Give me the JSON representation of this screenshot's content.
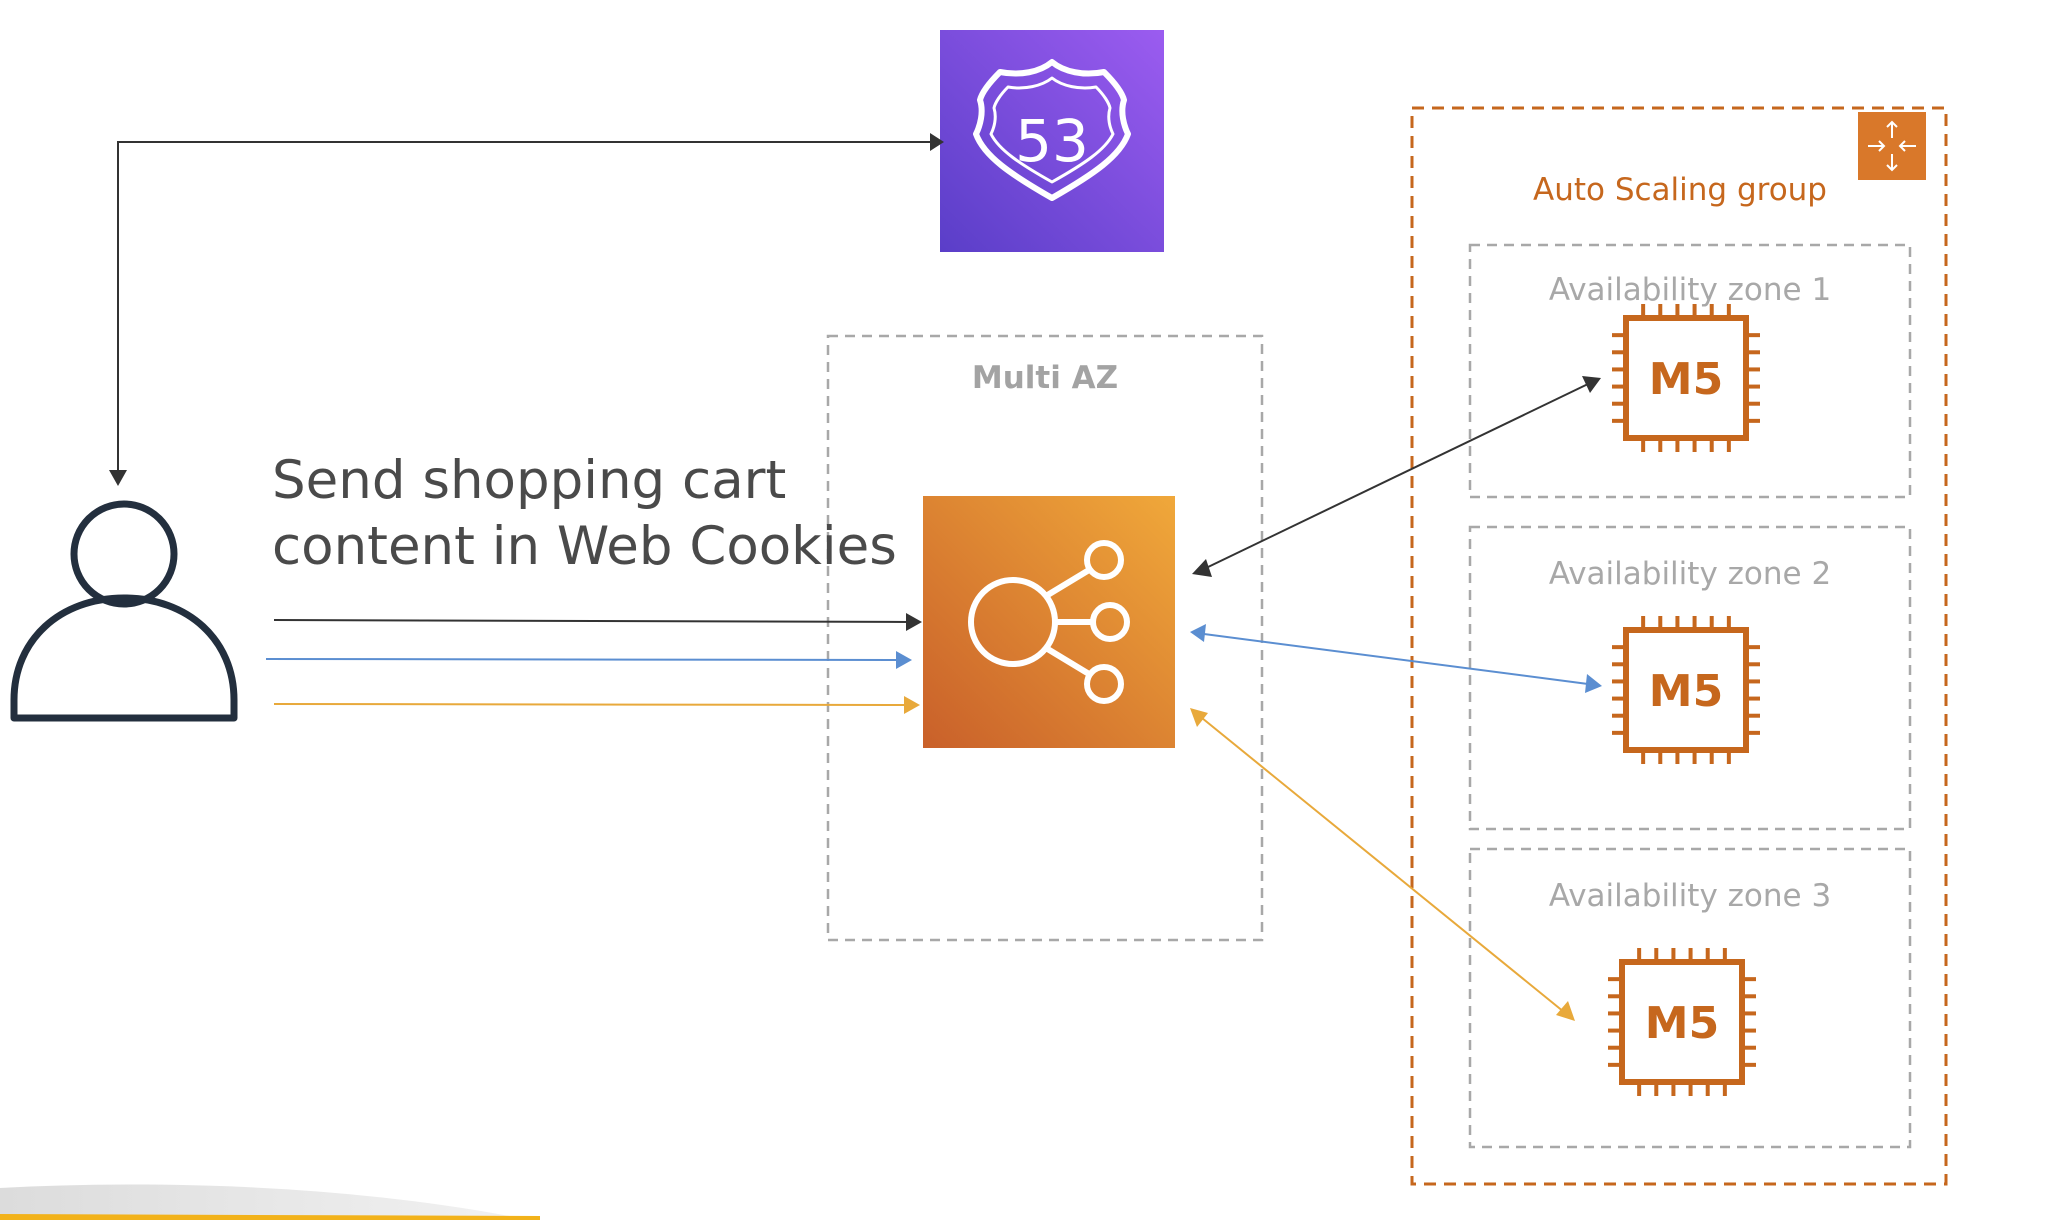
{
  "caption": {
    "line1": "Send shopping cart",
    "line2": "content in Web Cookies"
  },
  "route53": {
    "icon": "route53-shield-icon",
    "number": "53",
    "color": "#7b4fd4"
  },
  "load_balancer": {
    "icon": "load-balancer-icon",
    "color": "#d9782a"
  },
  "multi_az": {
    "label": "Multi AZ"
  },
  "auto_scaling_group": {
    "label": "Auto Scaling group",
    "color": "#c6671d"
  },
  "zones": [
    {
      "label": "Availability zone 1",
      "instance": "M5"
    },
    {
      "label": "Availability zone 2",
      "instance": "M5"
    },
    {
      "label": "Availability zone 3",
      "instance": "M5"
    }
  ],
  "colors": {
    "dark_arrow": "#333333",
    "blue_arrow": "#5b8ed1",
    "yellow_arrow": "#e8a93b",
    "instance": "#c6671d",
    "user": "#232f3e"
  }
}
